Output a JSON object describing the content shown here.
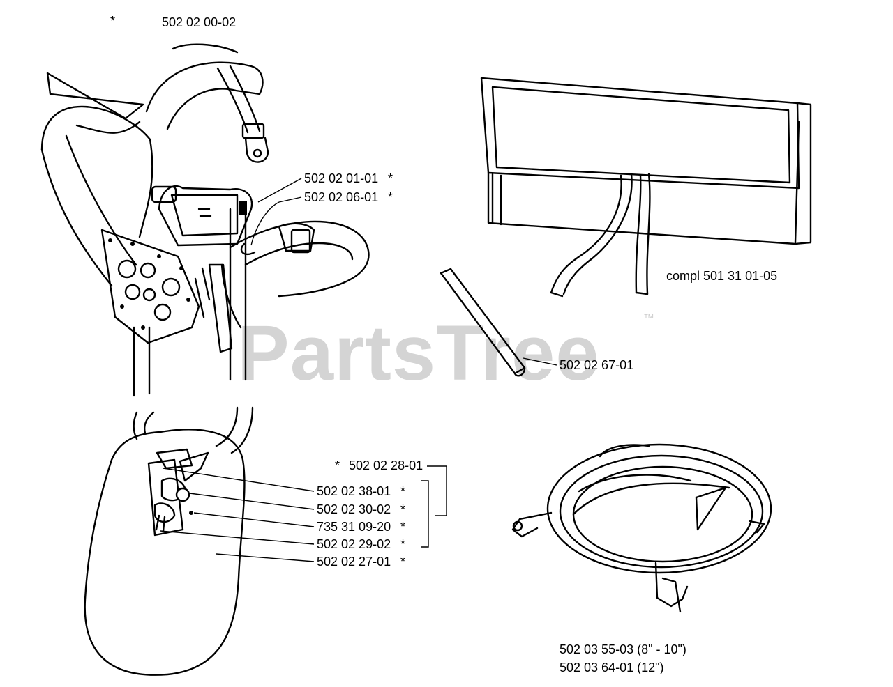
{
  "watermark": {
    "text": "PartsTree",
    "trademark": "™"
  },
  "harness": {
    "star": "*",
    "part": "502 02 00-02",
    "hook_parts": [
      {
        "number": "502 02 01-01",
        "star": "*"
      },
      {
        "number": "502 02 06-01",
        "star": "*"
      }
    ]
  },
  "pad": {
    "group_part": "502 02 28-01",
    "group_star": "*",
    "parts": [
      {
        "number": "502 02 38-01",
        "star": "*"
      },
      {
        "number": "502 02 30-02",
        "star": "*"
      },
      {
        "number": "735 31 09-20",
        "star": "*"
      },
      {
        "number": "502 02 29-02",
        "star": "*"
      },
      {
        "number": "502 02 27-01",
        "star": "*"
      }
    ]
  },
  "bag": {
    "complete": "compl 501 31 01-05",
    "rod": "502 02 67-01"
  },
  "guard": {
    "parts": [
      "502 03 55-03 (8\" - 10\")",
      "502 03 64-01 (12\")"
    ]
  }
}
